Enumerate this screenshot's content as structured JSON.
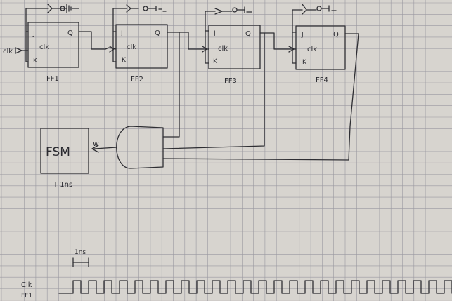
{
  "paper": {
    "background": "#d7d4cf",
    "grid_color": "#9a98a0",
    "ink_color": "#2e2e33"
  },
  "clock_input": {
    "label": "clk"
  },
  "flip_flops": [
    {
      "name": "FF1",
      "j": "J",
      "clk": "clk",
      "k": "K",
      "q": "Q"
    },
    {
      "name": "FF2",
      "j": "J",
      "clk": "clk",
      "k": "K",
      "q": "Q"
    },
    {
      "name": "FF3",
      "j": "J",
      "clk": "clk",
      "k": "K",
      "q": "Q"
    },
    {
      "name": "FF4",
      "j": "J",
      "clk": "clk",
      "k": "K",
      "q": "Q"
    }
  ],
  "and_gate": {
    "output_label": "w"
  },
  "fsm": {
    "label": "FSM",
    "caption": "T 1ns"
  },
  "timing": {
    "period_label": "1ns",
    "clk_label": "Clk",
    "signal2_label": "FF1"
  }
}
